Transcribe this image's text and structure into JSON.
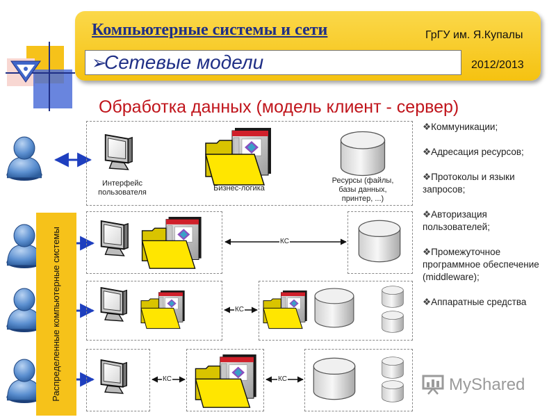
{
  "header": {
    "course_title": "Компьютерные системы и сети",
    "university": "ГрГУ им. Я.Купалы",
    "subtitle_marker": "➢",
    "subtitle": "Сетевые модели",
    "year": "2012/2013"
  },
  "slide_title": "Обработка данных (модель клиент - сервер)",
  "layers": {
    "interface": "Интерфейс пользователя",
    "logic": "Бизнес-логика",
    "resources": "Ресурсы (файлы, базы данных, принтер, ...)"
  },
  "distributed_label": "Распределенные компьютерные системы",
  "connector_label": "КС",
  "bullet_marker": "❖",
  "bullets": [
    "Коммуникации;",
    "Адресация ресурсов;",
    "Протоколы и языки запросов;",
    "Авторизация пользователей;",
    "Промежуточное программное обеспечение (middleware);",
    "Аппаратные средства"
  ],
  "watermark": "MyShared",
  "colors": {
    "header": "#f5c211",
    "title_blue": "#1f2f86",
    "slide_title_red": "#c0141b",
    "user_blue": "#5b8fd0",
    "arrow_blue": "#1e3fbf",
    "folder_yellow": "#ffe600",
    "window_red": "#d0202a"
  },
  "icons": [
    "user-icon",
    "monitor-icon",
    "folder-window-icon",
    "database-icon",
    "double-arrow-icon"
  ]
}
